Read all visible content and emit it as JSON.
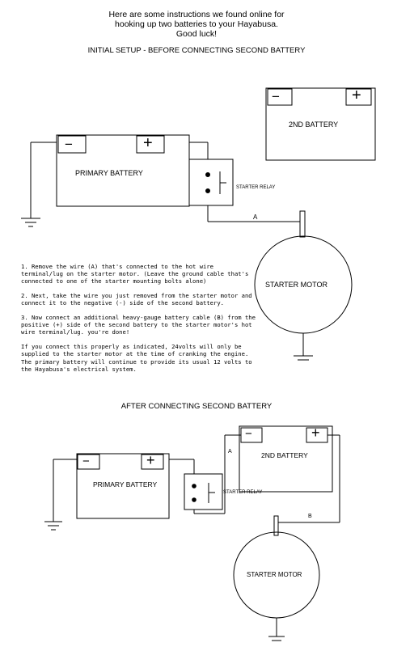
{
  "intro": {
    "line1": "Here are some instructions we found online for",
    "line2": "hooking up two batteries to your Hayabusa.",
    "line3": "Good luck!"
  },
  "headings": {
    "initial": "INITIAL SETUP - BEFORE CONNECTING SECOND BATTERY",
    "after": "AFTER CONNECTING SECOND BATTERY"
  },
  "labels": {
    "second_battery": "2ND BATTERY",
    "primary_battery": "PRIMARY BATTERY",
    "starter_relay": "STARTER RELAY",
    "starter_motor": "STARTER MOTOR",
    "wire_a": "A",
    "wire_b": "B",
    "minus": "−",
    "plus": "+"
  },
  "steps": [
    "1. Remove the wire (A) that's connected to the hot wire terminal/lug on the starter motor. (Leave the ground cable that's connected to one of the starter mounting bolts alone)",
    "2. Next, take the wire you just removed from the starter motor and connect it to the negative (-) side of the second battery.",
    "3. Now connect an additional heavy-gauge battery cable (B) from the positive (+) side of the second battery to the starter motor's hot wire terminal/lug. you're done!",
    "If you connect this properly as indicated, 24volts will only be supplied to the starter motor at the time of cranking the engine. The primary battery will continue to provide its usual 12 volts to the Hayabusa's electrical system."
  ]
}
